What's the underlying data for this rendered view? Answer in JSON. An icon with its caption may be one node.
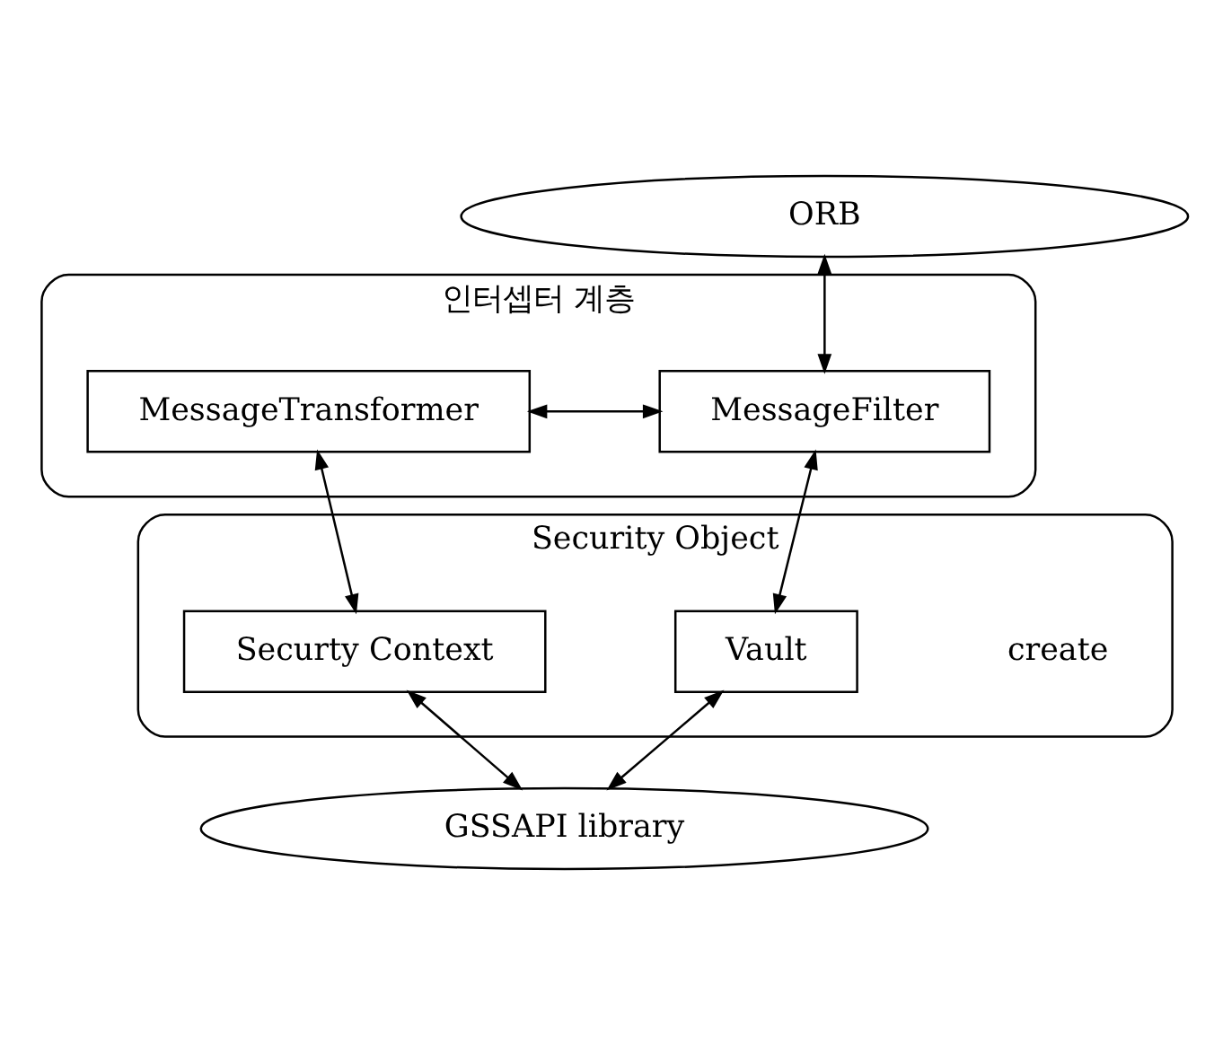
{
  "diagram": {
    "nodes": [
      {
        "text": [
          "ORB"
        ]
      },
      {
        "text": [
          "인터셉터 계층"
        ]
      },
      {
        "text": [
          "MessageFilter"
        ],
        "in": 1
      },
      {
        "text": [
          "MessageTransformer"
        ],
        "in": 1
      },
      {
        "text": [
          "Security Object"
        ]
      },
      {
        "text": [
          "Vault"
        ],
        "in": 4
      },
      {
        "text": [
          "Securty Context"
        ],
        "in": 4
      },
      {
        "text": [
          "GSSAPI library"
        ]
      }
    ],
    "edges": [
      {
        "from": 0,
        "to": 2,
        "arrow": "both"
      },
      {
        "from": 2,
        "to": 3,
        "arrow": "both"
      },
      {
        "from": 2,
        "to": 5,
        "arrow": "both"
      },
      {
        "from": 3,
        "to": 6,
        "arrow": "both"
      },
      {
        "from": 5,
        "to": 7,
        "arrow": "both"
      },
      {
        "from": 6,
        "to": 7,
        "arrow": "both"
      }
    ],
    "labels": [
      "create"
    ]
  }
}
